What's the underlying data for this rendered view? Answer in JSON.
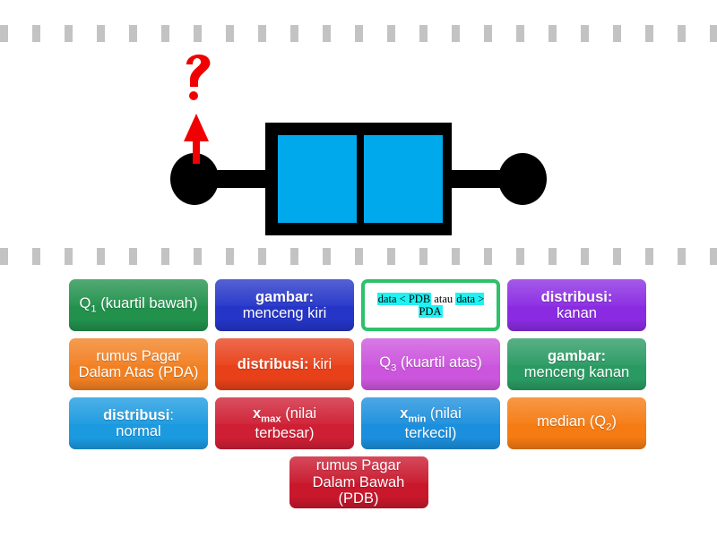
{
  "diagram": {
    "type": "boxplot",
    "description": "box plot with circular whisker caps, cyan interquartile box split by median line",
    "pointer": {
      "marker": "red-arrow-with-question-mark",
      "points_to": "left whisker cap (minimum value)",
      "question_glyph": "?",
      "color": "#f00000"
    },
    "colors": {
      "box_fill": "#00a8ec",
      "outline": "#000000",
      "pointer": "#f00000",
      "divider_dash": "#c3c3c3"
    }
  },
  "tiles": {
    "rows": [
      [
        {
          "text": "Q1 (kuartil bawah)",
          "base": "Q",
          "sub": "1",
          "rest": " (kuartil bawah)",
          "color": "#21914c"
        },
        {
          "bold": "gambar:",
          "rest": "menceng kiri",
          "color": "#2535c8"
        },
        {
          "part1": "data < PDB",
          "part2": " atau ",
          "part3": "data > PDA",
          "color": "#ffffff",
          "border": "#2ec06a",
          "highlight": "#1ff2f2"
        },
        {
          "bold": "distribusi:",
          "rest": "kanan",
          "color": "#8a2be2"
        }
      ],
      [
        {
          "text": "rumus Pagar Dalam Atas (PDA)",
          "color": "#f28022"
        },
        {
          "bold": "distribusi:",
          "rest": "kiri",
          "color": "#e8411a"
        },
        {
          "text": "Q3 (kuartil atas)",
          "base": "Q",
          "sub": "3",
          "rest": " (kuartil atas)",
          "color": "#cc55dd"
        },
        {
          "bold": "gambar:",
          "rest": "menceng kanan",
          "color": "#2a9a63"
        }
      ],
      [
        {
          "bold": "distribusi",
          "colon": ":",
          "rest": "normal",
          "color": "#1b9ae0"
        },
        {
          "base": "x",
          "sub": "max",
          "rest": " (nilai terbesar)",
          "text": "xmax (nilai terbesar)",
          "color": "#cf1f34"
        },
        {
          "base": "x",
          "sub": "min",
          "rest": " (nilai terkecil)",
          "text": "xmin (nilai terkecil)",
          "color": "#1b8fdd"
        },
        {
          "text": "median (Q2)",
          "base": "median (Q",
          "sub": "2",
          "rest": ")",
          "color": "#f57b12"
        }
      ],
      [
        {
          "text": "rumus Pagar Dalam Bawah (PDB)",
          "color": "#c9172c"
        }
      ]
    ]
  }
}
